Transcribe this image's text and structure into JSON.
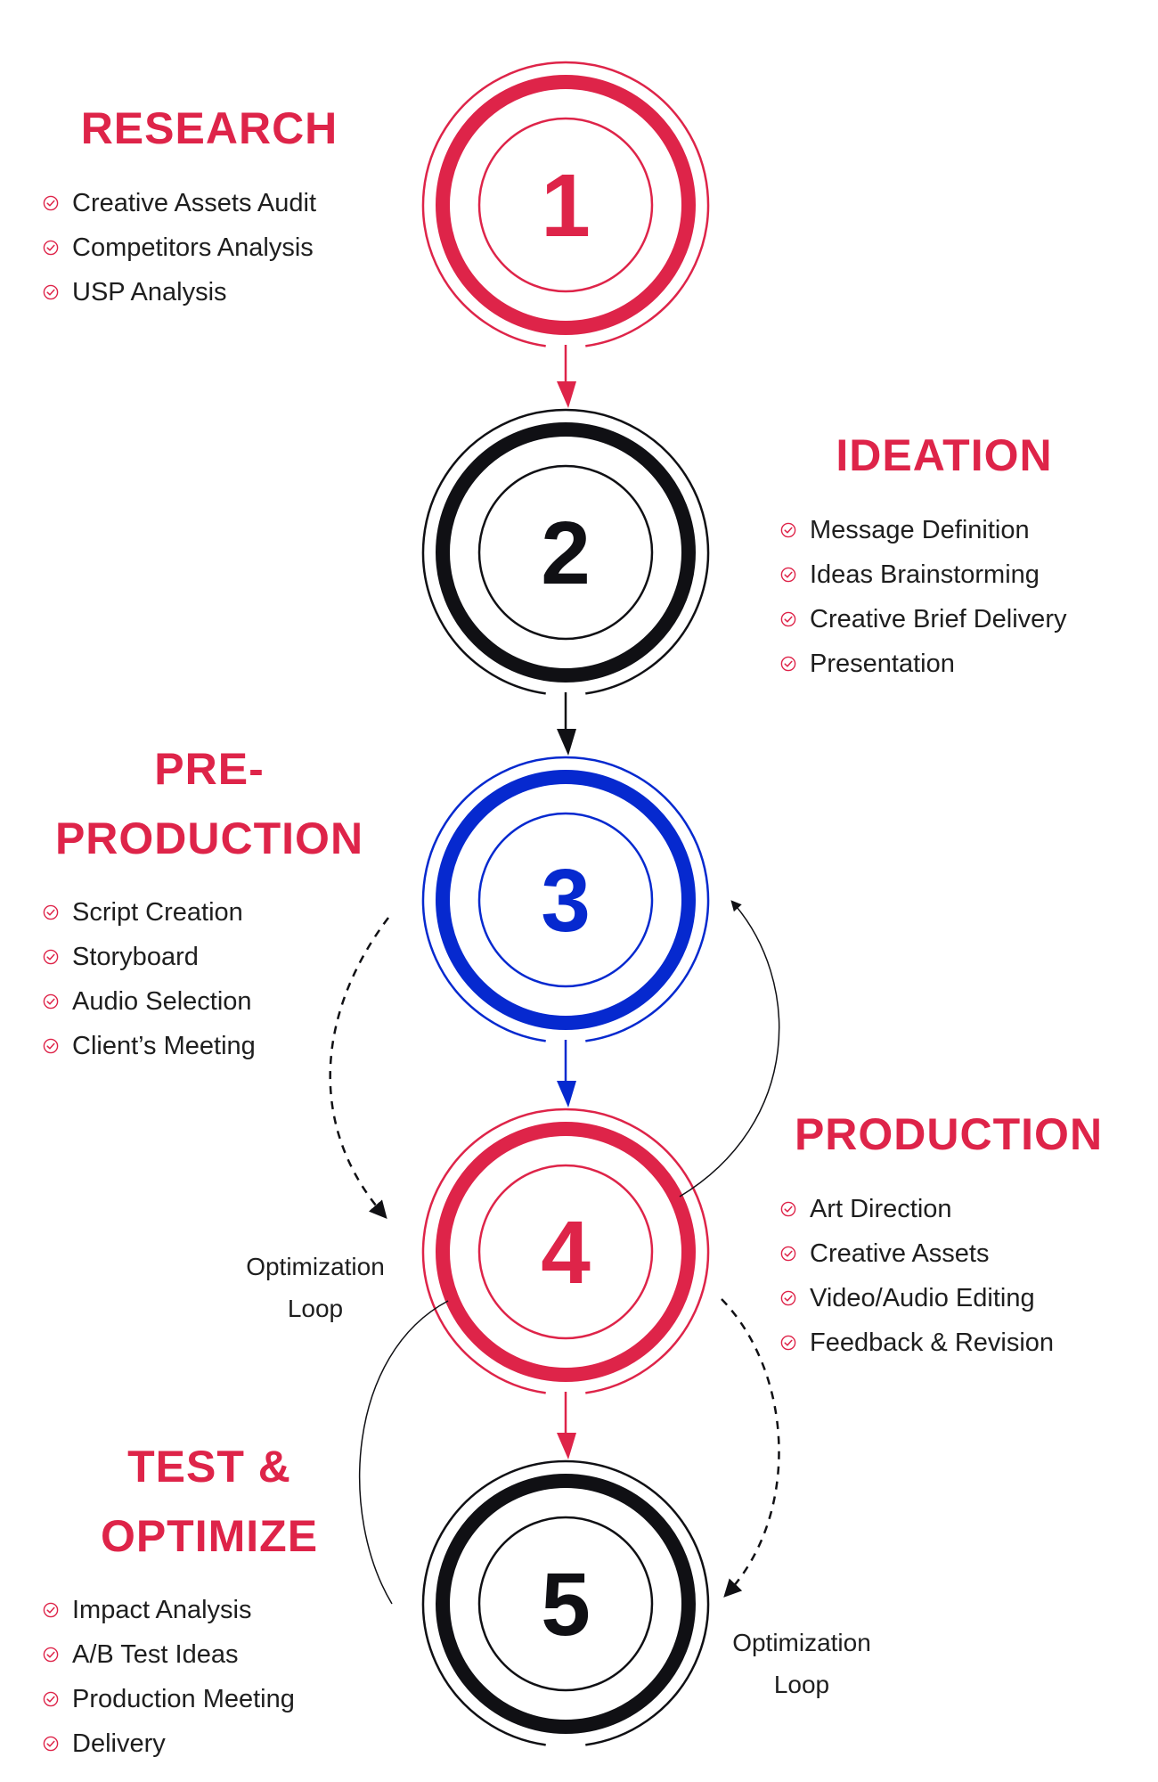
{
  "colors": {
    "red": "#de2449",
    "black": "#101014",
    "blue": "#0629cf",
    "text": "#1e1e1e"
  },
  "steps": [
    {
      "number": "1",
      "title_lines": [
        "RESEARCH"
      ],
      "color": "#de2449",
      "items": [
        "Creative Assets Audit",
        "Competitors Analysis",
        "USP Analysis"
      ]
    },
    {
      "number": "2",
      "title_lines": [
        "IDEATION"
      ],
      "color": "#101014",
      "items": [
        "Message Definition",
        "Ideas Brainstorming",
        "Creative Brief Delivery",
        "Presentation"
      ]
    },
    {
      "number": "3",
      "title_lines": [
        "PRE-",
        "PRODUCTION"
      ],
      "color": "#0629cf",
      "items": [
        "Script Creation",
        "Storyboard",
        "Audio Selection",
        "Client’s Meeting"
      ]
    },
    {
      "number": "4",
      "title_lines": [
        "PRODUCTION"
      ],
      "color": "#de2449",
      "items": [
        "Art Direction",
        "Creative Assets",
        "Video/Audio Editing",
        "Feedback & Revision"
      ]
    },
    {
      "number": "5",
      "title_lines": [
        "TEST &",
        "OPTIMIZE"
      ],
      "color": "#101014",
      "items": [
        "Impact Analysis",
        "A/B Test Ideas",
        "Production Meeting",
        "Delivery"
      ]
    }
  ],
  "loops": [
    {
      "lines": [
        "Optimization",
        "Loop"
      ]
    },
    {
      "lines": [
        "Optimization",
        "Loop"
      ]
    }
  ],
  "icons": {
    "item_marker": "check-circle-icon",
    "connector": "arrow-down-icon"
  }
}
